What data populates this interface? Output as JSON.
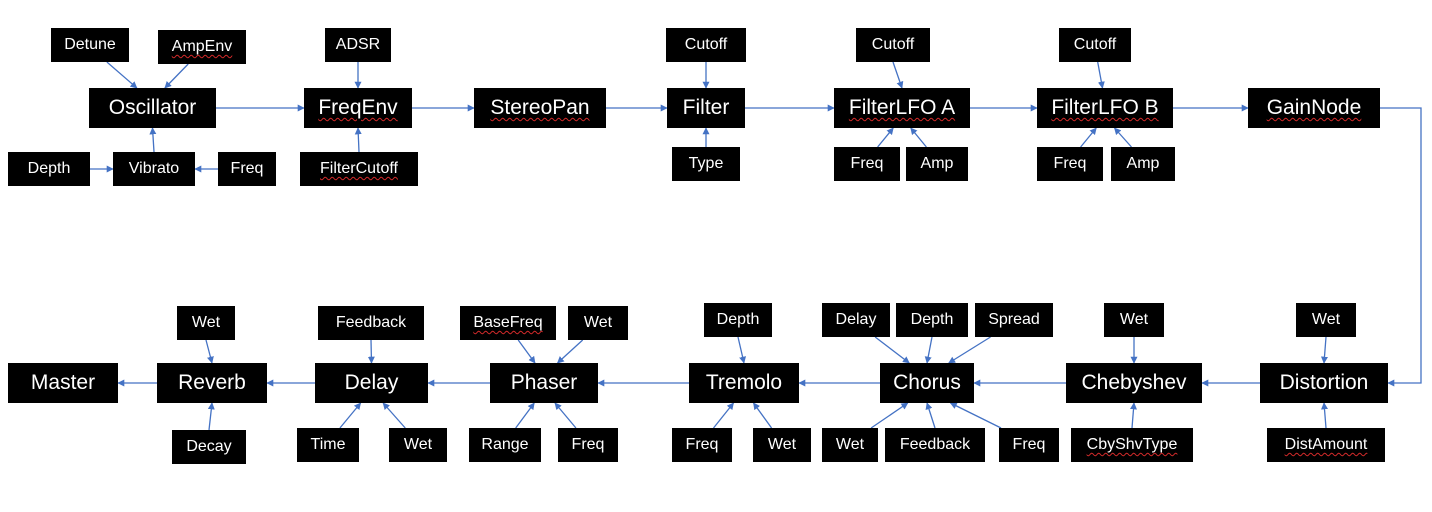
{
  "diagram": {
    "colors": {
      "node_fill": "#000000",
      "node_text": "#ffffff",
      "connector": "#4472c4",
      "spellcheck_underline": "#d42a2a"
    },
    "nodes": {
      "oscillator": {
        "label": "Oscillator"
      },
      "detune": {
        "label": "Detune"
      },
      "ampenv": {
        "label": "AmpEnv",
        "spell_underline": true
      },
      "vibrato": {
        "label": "Vibrato"
      },
      "vib_depth": {
        "label": "Depth"
      },
      "vib_freq": {
        "label": "Freq"
      },
      "freqenv": {
        "label": "FreqEnv",
        "spell_underline": true
      },
      "adsr": {
        "label": "ADSR"
      },
      "filtercutoff": {
        "label": "FilterCutoff",
        "spell_underline": true
      },
      "stereopan": {
        "label": "StereoPan",
        "spell_underline": true
      },
      "filter": {
        "label": "Filter"
      },
      "filter_cutoff": {
        "label": "Cutoff"
      },
      "filter_type": {
        "label": "Type"
      },
      "filterlfo_a": {
        "label": "FilterLFO A",
        "spell_underline": true
      },
      "lfoa_cutoff": {
        "label": "Cutoff"
      },
      "lfoa_freq": {
        "label": "Freq"
      },
      "lfoa_amp": {
        "label": "Amp"
      },
      "filterlfo_b": {
        "label": "FilterLFO B",
        "spell_underline": true
      },
      "lfob_cutoff": {
        "label": "Cutoff"
      },
      "lfob_freq": {
        "label": "Freq"
      },
      "lfob_amp": {
        "label": "Amp"
      },
      "gainnode": {
        "label": "GainNode",
        "spell_underline": true
      },
      "distortion": {
        "label": "Distortion"
      },
      "dist_wet": {
        "label": "Wet"
      },
      "distamount": {
        "label": "DistAmount",
        "spell_underline": true
      },
      "chebyshev": {
        "label": "Chebyshev"
      },
      "cheb_wet": {
        "label": "Wet"
      },
      "cbyshvtype": {
        "label": "CbyShvType",
        "spell_underline": true
      },
      "chorus": {
        "label": "Chorus"
      },
      "chorus_delay": {
        "label": "Delay"
      },
      "chorus_depth": {
        "label": "Depth"
      },
      "chorus_spread": {
        "label": "Spread"
      },
      "chorus_wet": {
        "label": "Wet"
      },
      "chorus_feedback": {
        "label": "Feedback"
      },
      "chorus_freq": {
        "label": "Freq"
      },
      "tremolo": {
        "label": "Tremolo"
      },
      "trem_depth": {
        "label": "Depth"
      },
      "trem_freq": {
        "label": "Freq"
      },
      "trem_wet": {
        "label": "Wet"
      },
      "phaser": {
        "label": "Phaser"
      },
      "basefreq": {
        "label": "BaseFreq",
        "spell_underline": true
      },
      "phaser_wet": {
        "label": "Wet"
      },
      "phaser_range": {
        "label": "Range"
      },
      "phaser_freq": {
        "label": "Freq"
      },
      "delay": {
        "label": "Delay"
      },
      "delay_feedback": {
        "label": "Feedback"
      },
      "delay_time": {
        "label": "Time"
      },
      "delay_wet": {
        "label": "Wet"
      },
      "reverb": {
        "label": "Reverb"
      },
      "reverb_wet": {
        "label": "Wet"
      },
      "reverb_decay": {
        "label": "Decay"
      },
      "master": {
        "label": "Master"
      }
    },
    "edges": [
      [
        "detune",
        "oscillator"
      ],
      [
        "ampenv",
        "oscillator"
      ],
      [
        "vibrato",
        "oscillator"
      ],
      [
        "vib_depth",
        "vibrato"
      ],
      [
        "vib_freq",
        "vibrato"
      ],
      [
        "oscillator",
        "freqenv"
      ],
      [
        "adsr",
        "freqenv"
      ],
      [
        "filtercutoff",
        "freqenv"
      ],
      [
        "freqenv",
        "stereopan"
      ],
      [
        "stereopan",
        "filter"
      ],
      [
        "filter_cutoff",
        "filter"
      ],
      [
        "filter_type",
        "filter"
      ],
      [
        "filter",
        "filterlfo_a"
      ],
      [
        "lfoa_cutoff",
        "filterlfo_a"
      ],
      [
        "lfoa_freq",
        "filterlfo_a"
      ],
      [
        "lfoa_amp",
        "filterlfo_a"
      ],
      [
        "filterlfo_a",
        "filterlfo_b"
      ],
      [
        "lfob_cutoff",
        "filterlfo_b"
      ],
      [
        "lfob_freq",
        "filterlfo_b"
      ],
      [
        "lfob_amp",
        "filterlfo_b"
      ],
      [
        "filterlfo_b",
        "gainnode"
      ],
      [
        "gainnode",
        "distortion"
      ],
      [
        "dist_wet",
        "distortion"
      ],
      [
        "distamount",
        "distortion"
      ],
      [
        "distortion",
        "chebyshev"
      ],
      [
        "cheb_wet",
        "chebyshev"
      ],
      [
        "cbyshvtype",
        "chebyshev"
      ],
      [
        "chebyshev",
        "chorus"
      ],
      [
        "chorus_delay",
        "chorus"
      ],
      [
        "chorus_depth",
        "chorus"
      ],
      [
        "chorus_spread",
        "chorus"
      ],
      [
        "chorus_wet",
        "chorus"
      ],
      [
        "chorus_feedback",
        "chorus"
      ],
      [
        "chorus_freq",
        "chorus"
      ],
      [
        "chorus",
        "tremolo"
      ],
      [
        "trem_depth",
        "tremolo"
      ],
      [
        "trem_freq",
        "tremolo"
      ],
      [
        "trem_wet",
        "tremolo"
      ],
      [
        "tremolo",
        "phaser"
      ],
      [
        "basefreq",
        "phaser"
      ],
      [
        "phaser_wet",
        "phaser"
      ],
      [
        "phaser_range",
        "phaser"
      ],
      [
        "phaser_freq",
        "phaser"
      ],
      [
        "phaser",
        "delay"
      ],
      [
        "delay_feedback",
        "delay"
      ],
      [
        "delay_time",
        "delay"
      ],
      [
        "delay_wet",
        "delay"
      ],
      [
        "delay",
        "reverb"
      ],
      [
        "reverb_wet",
        "reverb"
      ],
      [
        "reverb_decay",
        "reverb"
      ],
      [
        "reverb",
        "master"
      ]
    ]
  }
}
